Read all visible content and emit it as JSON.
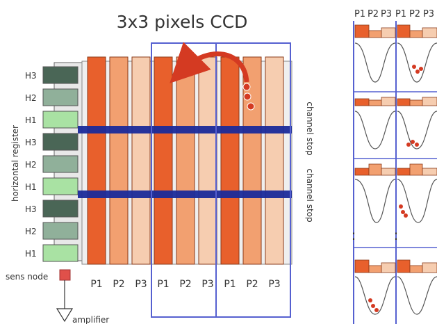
{
  "title": "3x3 pixels CCD",
  "horizontal_register_label": "horizontal register",
  "h_labels": [
    "H3",
    "H2",
    "H1",
    "H3",
    "H2",
    "H1",
    "H3",
    "H2",
    "H1"
  ],
  "phase_labels": [
    "P1",
    "P2",
    "P3",
    "P1",
    "P2",
    "P3",
    "P1",
    "P2",
    "P3"
  ],
  "top_phase_labels": [
    "P1",
    "P2",
    "P3",
    "P1",
    "P2",
    "P3"
  ],
  "channel_stop_label_1": "channel stop",
  "channel_stop_label_2": "channel stop",
  "sens_node_label": "sens node",
  "amplifier_label": "amplifier",
  "ellipsis": ":",
  "colors": {
    "p1": "#e8602c",
    "p2": "#f2a070",
    "p3": "#f6cdb0",
    "h_dark": "#4a6656",
    "h_mid": "#90b09a",
    "h_light": "#a9e2a3",
    "channel_stop": "#1a2a9a",
    "frame": "#5560d0",
    "arrow": "#d43a22",
    "dot": "#d43a22",
    "sens_node": "#e0504a"
  }
}
